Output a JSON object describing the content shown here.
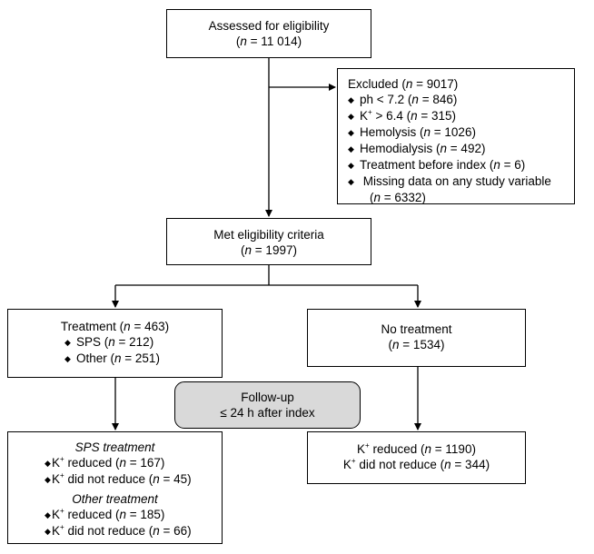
{
  "assessed": {
    "title": "Assessed for eligibility",
    "n_label": "n",
    "n_value": " = 11 014)"
  },
  "excluded": {
    "title": "Excluded",
    "n_value": " = 9017)",
    "items": [
      {
        "pre": "ph < 7.2 (",
        "n": "n",
        "post": " = 846)"
      },
      {
        "pre": "K",
        "sup": "+",
        "mid": " > 6.4 (",
        "n": "n",
        "post": " = 315)"
      },
      {
        "pre": "Hemolysis (",
        "n": "n",
        "post": " = 1026)"
      },
      {
        "pre": "Hemodialysis (",
        "n": "n",
        "post": " = 492)"
      },
      {
        "pre": "Treatment before index (",
        "n": "n",
        "post": " = 6)"
      },
      {
        "pre": "Missing data on any study variable"
      }
    ],
    "missing_cont": " = 6332)"
  },
  "eligible": {
    "title": "Met eligibility criteria",
    "n_value": " = 1997)"
  },
  "treatment": {
    "title_pre": "Treatment (",
    "title_post": " = 463)",
    "items": [
      {
        "pre": "SPS (",
        "post": " = 212)"
      },
      {
        "pre": "Other (",
        "post": " = 251)"
      }
    ]
  },
  "no_treatment": {
    "title": "No treatment",
    "n_value": " = 1534)"
  },
  "followup": {
    "line1": "Follow-up",
    "line2": "≤ 24 h after index"
  },
  "outcome_treated": {
    "sps_heading": "SPS treatment",
    "sps_reduced": " reduced (",
    "sps_reduced_n": " = 167)",
    "sps_not": " did not reduce (",
    "sps_not_n": " = 45)",
    "other_heading": "Other treatment",
    "other_reduced_n": " = 185)",
    "other_not_n": " = 66)"
  },
  "outcome_untreated": {
    "reduced": " reduced (",
    "reduced_n": " = 1190)",
    "not": " did not reduce (",
    "not_n": " = 344)"
  },
  "symbols": {
    "k": "K",
    "plus": "+",
    "n": "n",
    "open": "(",
    "bullet": "◆"
  }
}
